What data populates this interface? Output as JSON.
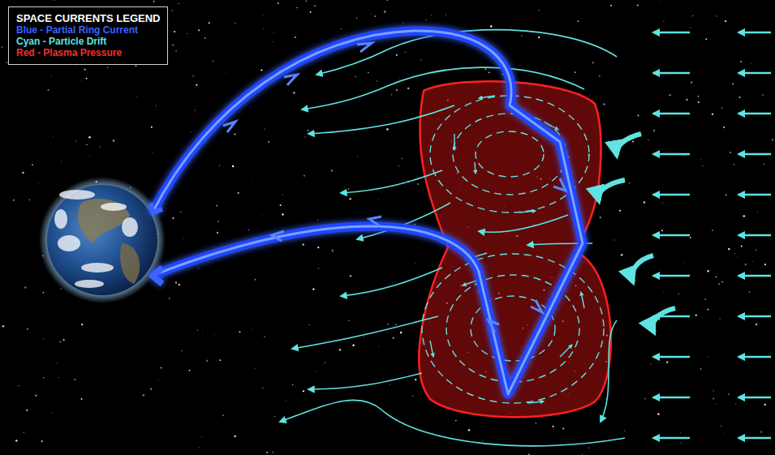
{
  "diagram": {
    "labels": [
      "SPACE CURRENTS LEGEND"
    ],
    "legend": [
      {
        "text": "Blue - Partial Ring Current",
        "color": "#3a63ff"
      },
      {
        "text": "Cyan - Particle Drift",
        "color": "#5fe3e3"
      },
      {
        "text": "Red - Plasma Pressure",
        "color": "#ff2a2a"
      }
    ]
  }
}
